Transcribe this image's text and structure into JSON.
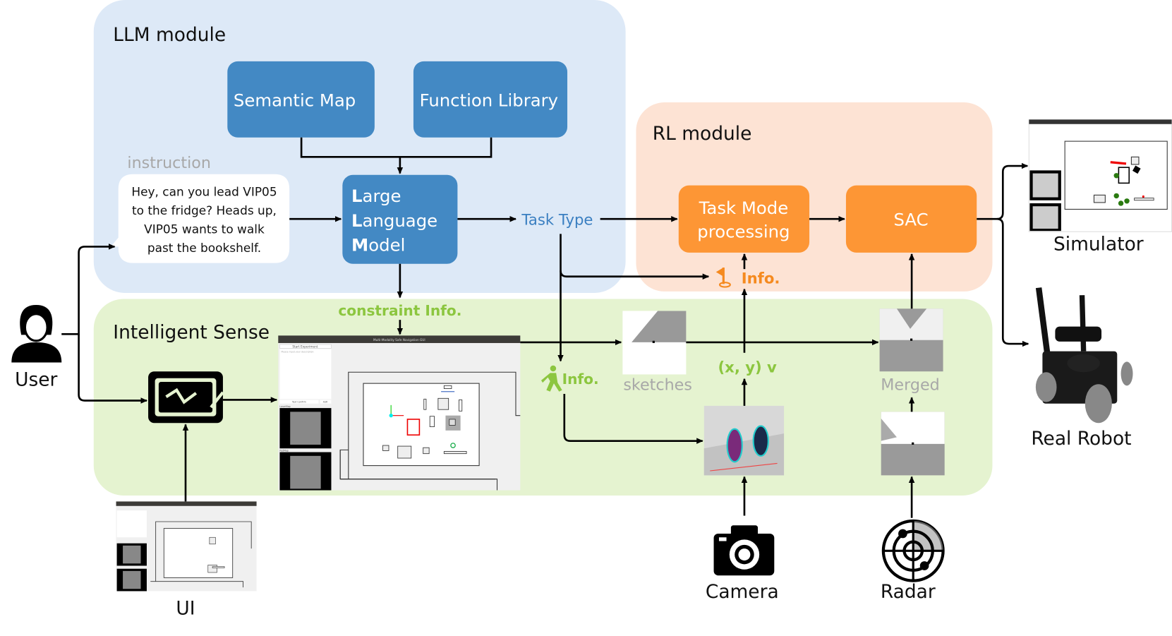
{
  "colors": {
    "llm_panel": "#dde9f7",
    "rl_panel": "#fde3d4",
    "sense_panel": "#e5f3d0",
    "llm_box": "#4389c4",
    "rl_box": "#fd9635",
    "green_text": "#8cc63f",
    "orange_text": "#f58a1f",
    "blue_text": "#3a7fc1",
    "gray_text": "#a8a8a8"
  },
  "modules": {
    "llm": "LLM module",
    "rl": "RL module",
    "sense": "Intelligent Sense"
  },
  "boxes": {
    "semantic_map": "Semantic Map",
    "function_library": "Function Library",
    "llm_lines": [
      {
        "first": "L",
        "rest": "arge"
      },
      {
        "first": "L",
        "rest": "anguage"
      },
      {
        "first": "M",
        "rest": "odel"
      }
    ],
    "task_mode_lines": [
      "Task Mode",
      "processing"
    ],
    "sac": "SAC"
  },
  "instruction": {
    "label": "instruction",
    "lines": [
      "Hey, can you lead VIP05",
      "to the fridge? Heads up,",
      "VIP05 wants to walk",
      "past the bookshelf."
    ]
  },
  "labels": {
    "task_type": "Task Type",
    "rl_info": "Info.",
    "constraint_info": "constraint Info.",
    "ped_info": "Info.",
    "xyv": "(x, y) v",
    "sketches": "sketches",
    "merged": "Merged",
    "user": "User",
    "ui": "UI",
    "camera": "Camera",
    "radar": "Radar",
    "simulator": "Simulator",
    "real_robot": "Real Robot"
  },
  "gui": {
    "title": "Multi-Modality Safe Navigation GUI",
    "start": "Start Experiment",
    "placeholder": "Please input your description",
    "confirm": "Text Confirm",
    "asr": "ASR",
    "laser": "LaserMap",
    "ped": "PedMap"
  },
  "icons": {
    "user": "user-icon",
    "sense": "intelligent-sense-icon",
    "camera": "camera-icon",
    "radar": "radar-icon",
    "flag": "goal-flag-icon",
    "pedestrian": "walking-person-icon"
  }
}
